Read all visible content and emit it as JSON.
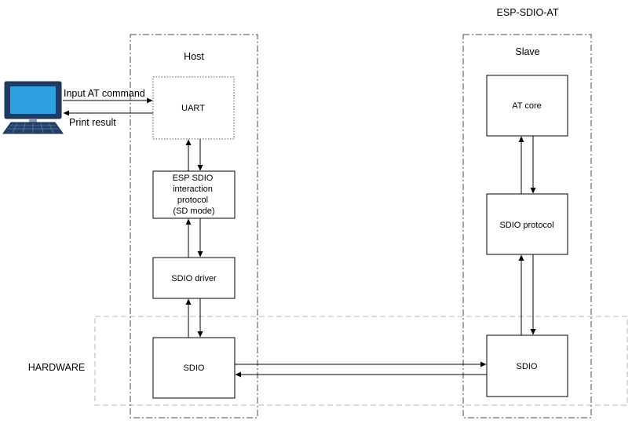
{
  "title": "ESP-SDIO-AT",
  "host": {
    "label": "Host",
    "uart": "UART",
    "protocol": [
      "ESP SDIO",
      "interaction",
      "protocol",
      "(SD mode)"
    ],
    "driver": "SDIO driver",
    "sdio": "SDIO"
  },
  "slave": {
    "label": "Slave",
    "at_core": "AT core",
    "sdio_protocol": "SDIO protocol",
    "sdio": "SDIO"
  },
  "pc": {
    "input_label": "Input AT command",
    "output_label": "Print result",
    "icon": "computer-icon"
  },
  "hardware_label": "HARDWARE"
}
